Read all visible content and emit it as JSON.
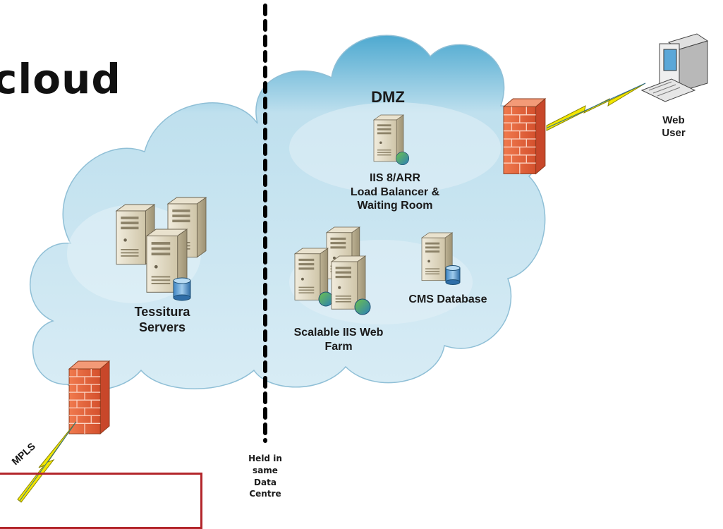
{
  "title": "cloud",
  "divider_caption": "Held in\nsame\nData\nCentre",
  "dmz": {
    "label": "DMZ",
    "load_balancer_label": "IIS 8/ARR\nLoad Balancer &\nWaiting Room",
    "web_farm_label": "Scalable IIS Web\nFarm",
    "cms_label": "CMS Database"
  },
  "internal": {
    "servers_label": "Tessitura\nServers"
  },
  "connections": {
    "mpls_label": "MPLS"
  },
  "web_user": {
    "label": "Web\nUser"
  },
  "colors": {
    "cloud_fill": "#cfe6f1",
    "cloud_top": "#4aa8cf",
    "divider": "#000000",
    "firewall": "#e8603c",
    "lightning": "#f2e600",
    "server_body": "#d9d1b9",
    "red_box": "#b3262b"
  }
}
